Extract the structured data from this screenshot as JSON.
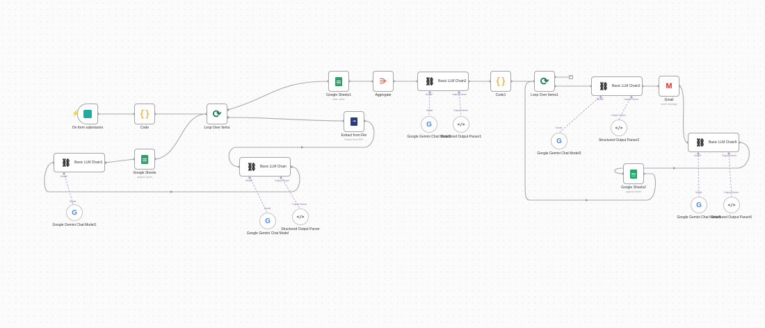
{
  "nodes": {
    "form": {
      "label": "On form submission"
    },
    "code": {
      "label": "Code"
    },
    "loop": {
      "label": "Loop Over Items"
    },
    "sheets1": {
      "label": "Google Sheets1",
      "sub": "read: sheet"
    },
    "aggregate": {
      "label": "Aggregate"
    },
    "extract": {
      "label": "Extract from File",
      "sub": "Extract From PDF"
    },
    "chain2": {
      "label": "Basic LLM Chain2"
    },
    "code1": {
      "label": "Code1"
    },
    "loop1": {
      "label": "Loop Over Items1"
    },
    "chain3": {
      "label": "Basic LLM Chain3"
    },
    "gmail": {
      "label": "Gmail",
      "sub": "send: message"
    },
    "chain1": {
      "label": "Basic LLM Chain1"
    },
    "sheets": {
      "label": "Google Sheets",
      "sub": "append: sheet"
    },
    "chain": {
      "label": "Basic LLM Chain"
    },
    "chain5": {
      "label": "Basic LLM Chain5"
    },
    "sheets2": {
      "label": "Google Sheets2",
      "sub": "append: sheet"
    },
    "gemini1": {
      "label": "Google Gemini Chat Model1"
    },
    "gemini": {
      "label": "Google Gemini Chat Model"
    },
    "parser": {
      "label": "Structured Output Parser"
    },
    "gemini2": {
      "label": "Google Gemini Chat Model2"
    },
    "parser1": {
      "label": "Structured Output Parser1"
    },
    "gemini3": {
      "label": "Google Gemini Chat Model3"
    },
    "parser2": {
      "label": "Structured Output Parser2"
    },
    "gemini5": {
      "label": "Google Gemini Chat Model5"
    },
    "parser5": {
      "label": "Structured Output Parser5"
    }
  },
  "ports": {
    "model": "Model*",
    "model_short": "Model",
    "output_parser": "Output Parser"
  },
  "icons": {
    "code": "{}",
    "parser": "</>",
    "google": "G",
    "gmail": "M",
    "loop": "⟳",
    "chain": "⛓",
    "plus": "+"
  },
  "colors": {
    "sheets": "#23a566",
    "code": "#f39c12",
    "subnode_link": "#b49ad6",
    "gmail": "#d93025"
  }
}
